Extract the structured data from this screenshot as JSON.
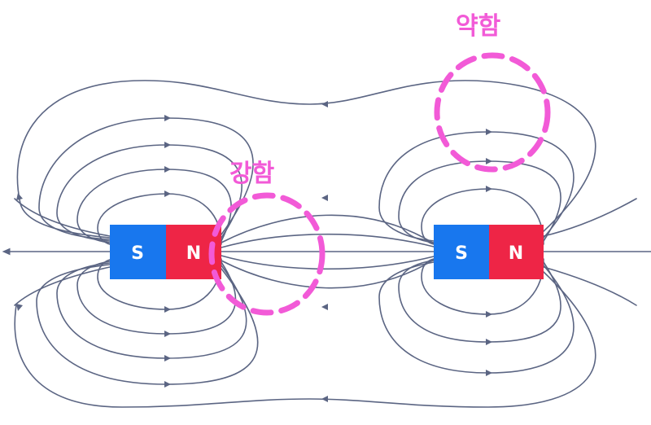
{
  "magnets": [
    {
      "s_label": "S",
      "n_label": "N"
    },
    {
      "s_label": "S",
      "n_label": "N"
    }
  ],
  "annotations": {
    "strong": "강함",
    "weak": "약함"
  },
  "colors": {
    "south_pole": "#1877ee",
    "north_pole": "#ee2546",
    "field_lines": "#5b6583",
    "annotation": "#f25ad7"
  }
}
